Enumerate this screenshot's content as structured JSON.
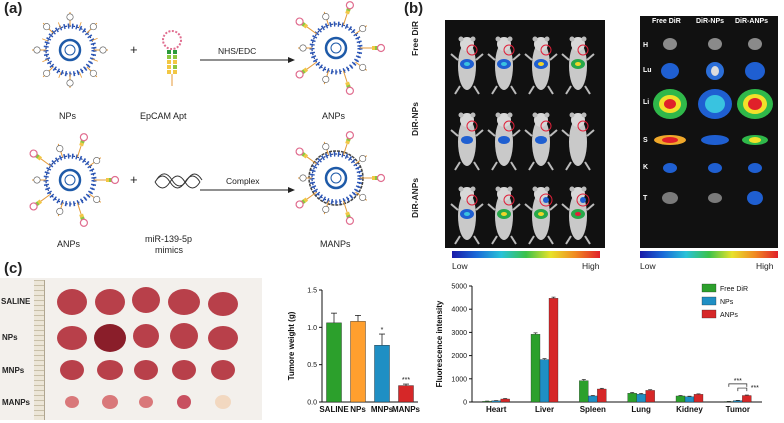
{
  "panel_a": {
    "letter": "(a)",
    "row1": {
      "left": "NPs",
      "plus": "+",
      "middle": "EpCAM Apt",
      "arrow": "NHS/EDC",
      "right": "ANPs"
    },
    "row2": {
      "left": "ANPs",
      "plus": "+",
      "middle_l1": "miR-139-5p",
      "middle_l2": "mimics",
      "arrow": "Complex",
      "right": "MANPs"
    }
  },
  "panel_b": {
    "letter": "(b)",
    "rows": [
      "Free DiR",
      "DiR-NPs",
      "DiR-ANPs"
    ],
    "organ_cols": [
      "Free DiR",
      "DiR-NPs",
      "DiR-ANPs"
    ],
    "organs": [
      "H",
      "Lu",
      "Li",
      "S",
      "K",
      "T"
    ],
    "scale_low": "Low",
    "scale_high": "High"
  },
  "panel_c": {
    "letter": "(c)",
    "tumor_rows": [
      "SALINE",
      "NPs",
      "MNPs",
      "MANPs"
    ]
  },
  "chart_data": [
    {
      "type": "bar",
      "categories": [
        "SALINE",
        "NPs",
        "MNPs",
        "MANPs"
      ],
      "values": [
        1.06,
        1.08,
        0.76,
        0.22
      ],
      "errors": [
        0.13,
        0.08,
        0.15,
        0.02
      ],
      "colors": [
        "#2ca02c",
        "#ff9f2e",
        "#1f8fc4",
        "#d62728"
      ],
      "annotations": [
        "",
        "",
        "*",
        "***"
      ],
      "ylabel": "Tumore weight (g)",
      "ylim": [
        0,
        1.5
      ],
      "yticks": [
        "0.0",
        "0.5",
        "1.0",
        "1.5"
      ]
    },
    {
      "type": "bar",
      "categories": [
        "Heart",
        "Liver",
        "Spleen",
        "Lung",
        "Kidney",
        "Tumor"
      ],
      "series": [
        {
          "name": "Free DiR",
          "color": "#2ca02c",
          "values": [
            30,
            2920,
            920,
            380,
            260,
            20
          ],
          "errors": [
            10,
            60,
            50,
            30,
            20,
            5
          ]
        },
        {
          "name": "NPs",
          "color": "#1f8fc4",
          "values": [
            50,
            1830,
            260,
            340,
            230,
            60
          ],
          "errors": [
            10,
            40,
            20,
            30,
            20,
            10
          ]
        },
        {
          "name": "ANPs",
          "color": "#d62728",
          "values": [
            130,
            4470,
            560,
            500,
            330,
            280
          ],
          "errors": [
            20,
            50,
            30,
            30,
            20,
            20
          ]
        }
      ],
      "annotations": [
        "***",
        "***"
      ],
      "ylabel": "Fluorescence intensity",
      "ylim": [
        0,
        5000
      ],
      "yticks": [
        "0",
        "1000",
        "2000",
        "3000",
        "4000",
        "5000"
      ]
    }
  ]
}
